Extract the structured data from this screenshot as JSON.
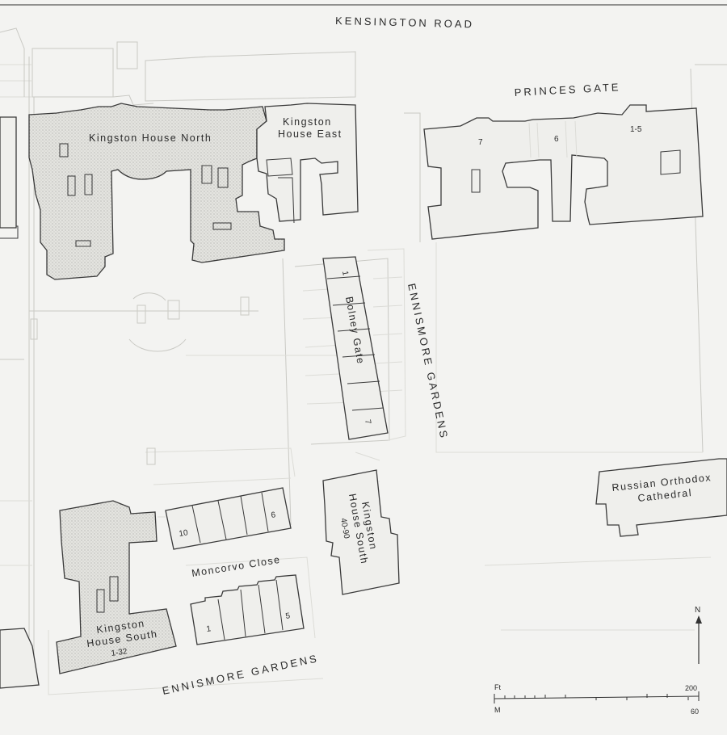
{
  "roads": {
    "kensington": "KENSINGTON ROAD",
    "princes_gate": "PRINCES GATE",
    "ennismore_east": "ENNISMORE GARDENS",
    "ennismore_south": "ENNISMORE GARDENS"
  },
  "buildings": {
    "khn": "Kingston House North",
    "khe_line1": "Kingston",
    "khe_line2": "House East",
    "bolney": "Bolney Gate",
    "bolney_first": "1",
    "bolney_last": "7",
    "pg_num_7": "7",
    "pg_num_6": "6",
    "pg_num_1_5": "1-5",
    "khs4090_line1": "Kingston",
    "khs4090_line2": "House South",
    "khs4090_nums": "40-90",
    "moncorvo": "Moncorvo Close",
    "mc_num_10": "10",
    "mc_num_6": "6",
    "mc_num_1": "1",
    "mc_num_5": "5",
    "khs132_line1": "Kingston",
    "khs132_line2": "House South",
    "khs132_nums": "1-32",
    "cathedral_line1": "Russian Orthodox",
    "cathedral_line2": "Cathedral"
  },
  "north_arrow": {
    "label": "N"
  },
  "scale": {
    "unit_top": "Ft",
    "unit_bottom": "M",
    "max_ft": "200",
    "max_m": "60"
  }
}
